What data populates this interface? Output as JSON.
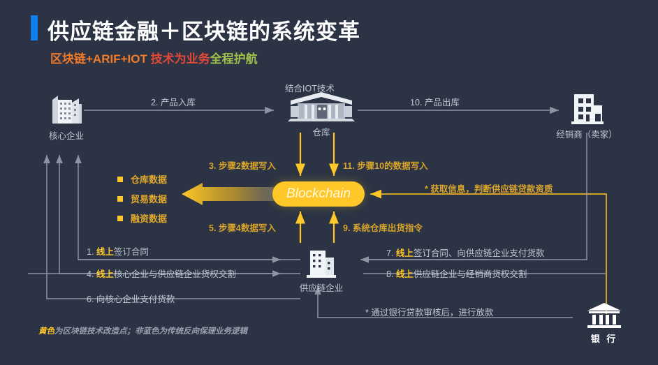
{
  "header": {
    "title": "供应链金融＋区块链的系统变革",
    "subtitle_part1": "区块链+ARIF+IOT",
    "subtitle_part2": " 技术为业务",
    "subtitle_part3": "全程护航",
    "accent_bar_color": "#1180ef",
    "title_color": "#ffffff"
  },
  "nodes": {
    "core_enterprise": {
      "label": "核心企业",
      "icon": "office-building-icon"
    },
    "warehouse": {
      "label": "仓库",
      "icon": "warehouse-icon",
      "note": "结合IOT技术"
    },
    "distributor": {
      "label": "经销商（卖家）",
      "icon": "building-icon"
    },
    "supply_chain_enterprise": {
      "label": "供应链企业",
      "icon": "building-icon"
    },
    "bank": {
      "label": "银 行",
      "icon": "bank-icon"
    },
    "blockchain": {
      "label": "Blockchain",
      "color": "#ffc727",
      "text_color": "#fff8e2"
    }
  },
  "data_bullets": [
    {
      "label": "仓库数据"
    },
    {
      "label": "贸易数据"
    },
    {
      "label": "融资数据"
    }
  ],
  "flows": {
    "step2": "2. 产品入库",
    "step10": "10. 产品出库",
    "step3": "3. 步骤2数据写入",
    "step11": "11. 步骤10的数据写入",
    "step5": "5. 步骤4数据写入",
    "step9": "9. 系统仓库出货指令",
    "step1_num": "1. ",
    "step1_hi": "线上",
    "step1_rest": "签订合同",
    "step4_num": "4. ",
    "step4_hi": "线上",
    "step4_rest": "核心企业与供应链企业货权交割",
    "step6": "6. 向核心企业支付货款",
    "step7_num": "7. ",
    "step7_hi": "线上",
    "step7_rest": "签订合同、向供应链企业支付货款",
    "step8_num": "8. ",
    "step8_hi": "线上",
    "step8_rest": "供应链企业与经销商货权交割",
    "note_loan_qualification": "* 获取信息，判断供应链贷款资质",
    "note_bank_review": "* 通过银行贷款审核后，进行放款"
  },
  "footer": {
    "highlight": "黄色",
    "rest": "为区块链技术改造点；非蓝色为传统反向保理业务逻辑"
  },
  "colors": {
    "background": "#2b3344",
    "yellow": "#ffc727",
    "grey_line": "#8d94a3",
    "accent_blue": "#1180ef"
  }
}
